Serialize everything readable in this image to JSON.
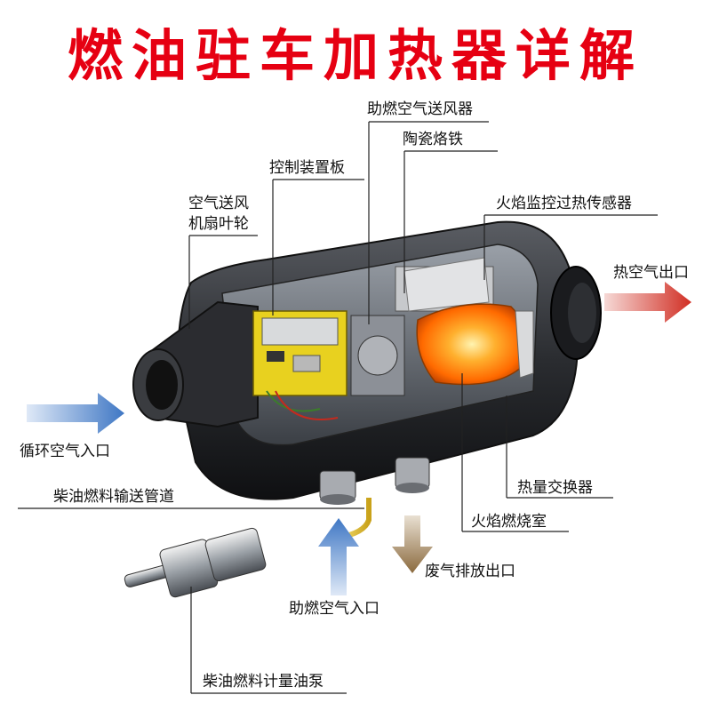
{
  "title": "燃油驻车加热器详解",
  "labels": {
    "air_blower": "助燃空气送风器",
    "glow_pin": "陶瓷烙铁",
    "control_board": "控制装置板",
    "fan_line1": "空气送风",
    "fan_line2": "机扇叶轮",
    "flame_sensor": "火焰监控过热传感器",
    "hot_air_outlet": "热空气出口",
    "circ_air_inlet": "循环空气入口",
    "fuel_line": "柴油燃料输送管道",
    "heat_exchanger": "热量交换器",
    "combustion_chamber": "火焰燃烧室",
    "exhaust_outlet": "废气排放出口",
    "combustion_air_inlet": "助燃空气入口",
    "fuel_pump": "柴油燃料计量油泵"
  },
  "colors": {
    "title": "#e60012",
    "flame": "#ff6a00",
    "inlet_arrow": "#4a7fc8",
    "outlet_arrow": "#d9342b",
    "exhaust_arrow": "#8b6a3e"
  }
}
